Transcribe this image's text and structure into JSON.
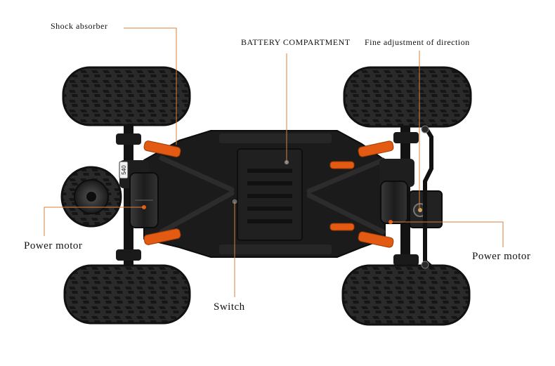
{
  "labels": {
    "shock_absorber": "Shock absorber",
    "battery_compartment": "BATTERY COMPARTMENT",
    "fine_adjustment": "Fine adjustment of direction",
    "power_motor_left": "Power motor",
    "power_motor_right": "Power motor",
    "switch": "Switch"
  },
  "badge_text": "540",
  "colors": {
    "leader_line": "#d9823b",
    "accent_orange": "#e35a12",
    "chassis": "#161616",
    "tire": "#262626",
    "background": "#ffffff"
  },
  "icons": [
    "rc-car-chassis",
    "tire",
    "shock-absorber",
    "power-motor",
    "battery-compartment",
    "switch",
    "steering-servo"
  ]
}
